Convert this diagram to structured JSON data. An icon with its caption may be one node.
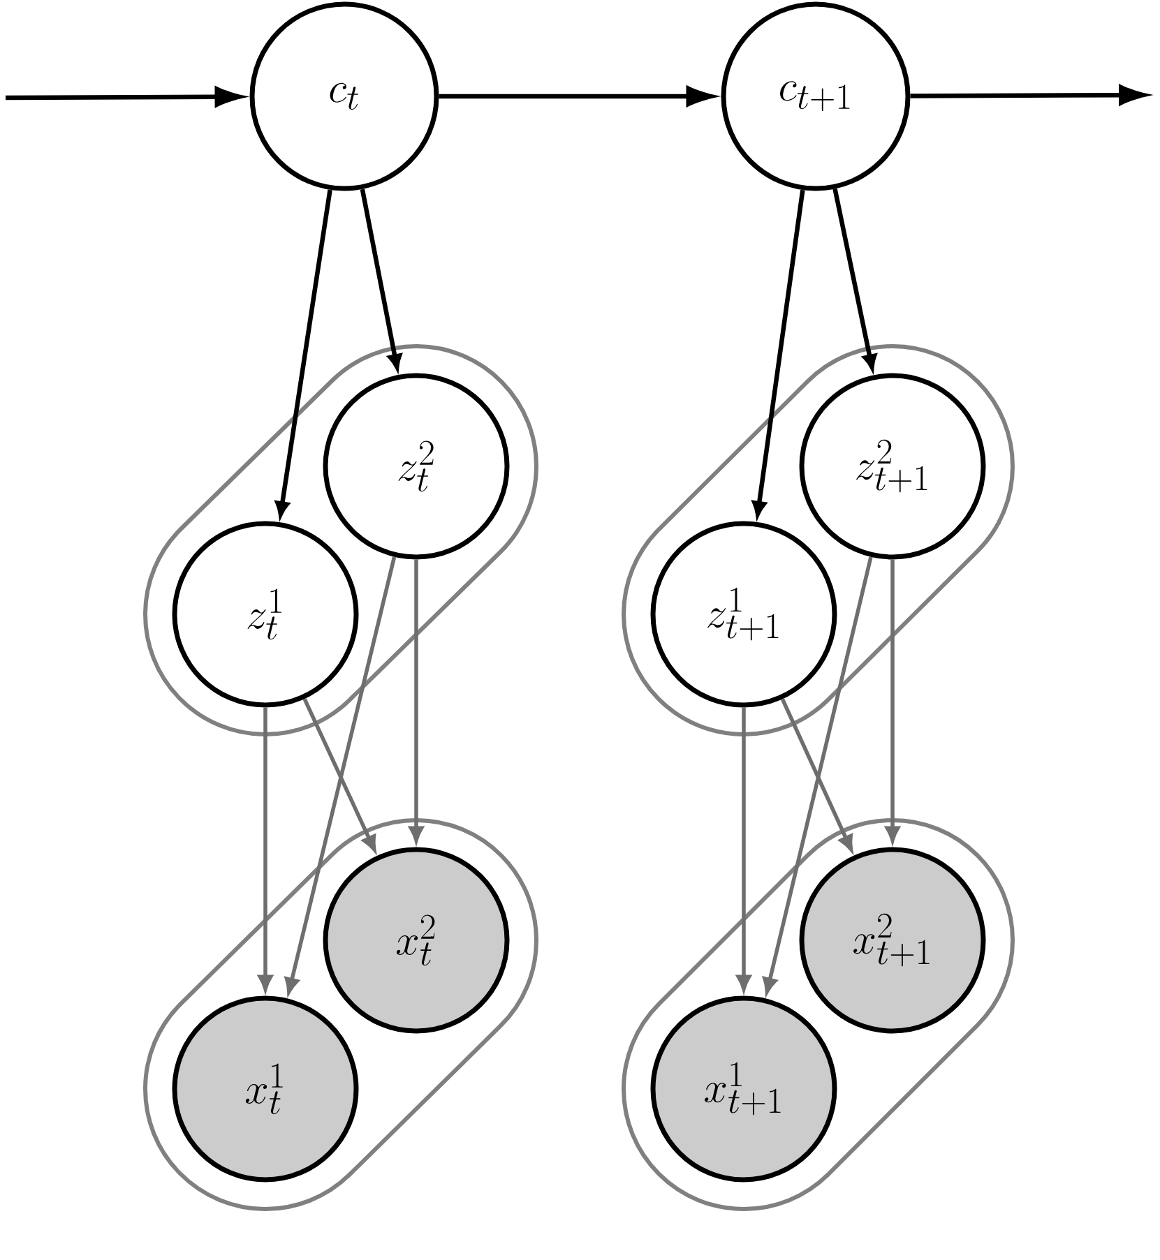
{
  "diagram": {
    "nodes": [
      {
        "text": [
          "c_{t}"
        ]
      },
      {
        "text": [
          "c_{t+1}"
        ]
      },
      {
        "text": [],
        "shape": "capsule"
      },
      {
        "text": [
          "z^{1}_{t}"
        ],
        "in": 2
      },
      {
        "text": [
          "z^{2}_{t}"
        ],
        "in": 2
      },
      {
        "text": [],
        "shape": "capsule"
      },
      {
        "text": [
          "x^{1}_{t}"
        ],
        "in": 5
      },
      {
        "text": [
          "x^{2}_{t}"
        ],
        "in": 5
      },
      {
        "text": [],
        "shape": "capsule"
      },
      {
        "text": [
          "z^{1}_{t+1}"
        ],
        "in": 8
      },
      {
        "text": [
          "z^{2}_{t+1}"
        ],
        "in": 8
      },
      {
        "text": [],
        "shape": "capsule"
      },
      {
        "text": [
          "x^{1}_{t+1}"
        ],
        "in": 11
      },
      {
        "text": [
          "x^{2}_{t+1}"
        ],
        "in": 11
      }
    ],
    "edges": [
      {
        "from": null,
        "to": 0,
        "arrow": "to",
        "color": "#000000"
      },
      {
        "from": 0,
        "to": 1,
        "arrow": "to",
        "color": "#000000"
      },
      {
        "from": 1,
        "to": null,
        "arrow": "to",
        "color": "#000000"
      },
      {
        "from": 0,
        "to": 3,
        "arrow": "to",
        "color": "#000000"
      },
      {
        "from": 0,
        "to": 4,
        "arrow": "to",
        "color": "#000000"
      },
      {
        "from": 3,
        "to": 6,
        "arrow": "to"
      },
      {
        "from": 3,
        "to": 7,
        "arrow": "to"
      },
      {
        "from": 4,
        "to": 6,
        "arrow": "to"
      },
      {
        "from": 4,
        "to": 7,
        "arrow": "to"
      },
      {
        "from": 1,
        "to": 9,
        "arrow": "to",
        "color": "#000000"
      },
      {
        "from": 1,
        "to": 10,
        "arrow": "to",
        "color": "#000000"
      },
      {
        "from": 9,
        "to": 12,
        "arrow": "to"
      },
      {
        "from": 9,
        "to": 13,
        "arrow": "to"
      },
      {
        "from": 10,
        "to": 12,
        "arrow": "to"
      },
      {
        "from": 10,
        "to": 13,
        "arrow": "to"
      }
    ]
  }
}
